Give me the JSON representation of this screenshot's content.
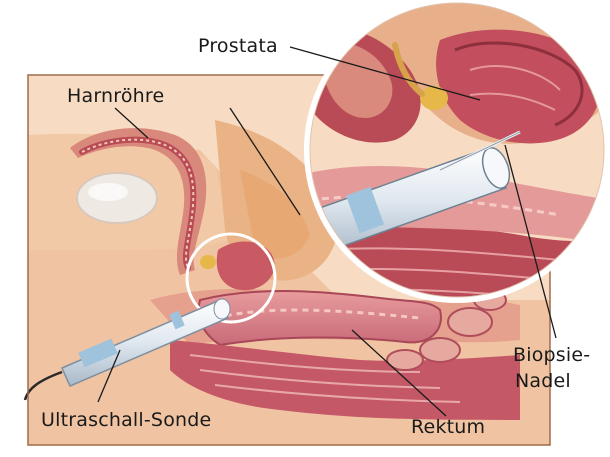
{
  "labels": {
    "prostata": "Prostata",
    "harnroehre": "Harnröhre",
    "biopsie_line1": "Biopsie-",
    "biopsie_line2": "Nadel",
    "ultraschall": "Ultraschall-Sonde",
    "rektum": "Rektum"
  },
  "colors": {
    "background_panel": "#f7dcc3",
    "skin": "#f2c9a6",
    "tissue": "#d98a7c",
    "muscle": "#b94b57",
    "muscle_dark": "#8e2f3d",
    "prostate": "#e8a070",
    "gland_yellow": "#e6b84a",
    "bone_white": "#f3f1ee",
    "probe": "#dfe7ef",
    "probe_band": "#9fc3dd",
    "magnifier_ring": "#ffffff"
  }
}
